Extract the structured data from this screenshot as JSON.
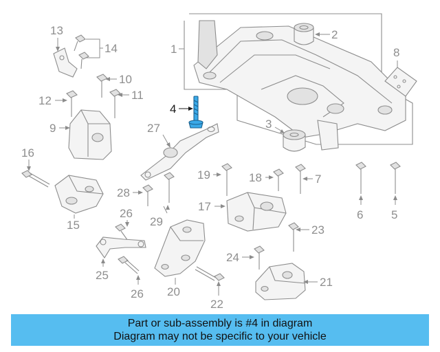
{
  "callouts": {
    "n1": "1",
    "n2": "2",
    "n3": "3",
    "n4": "4",
    "n5": "5",
    "n6": "6",
    "n7": "7",
    "n8": "8",
    "n9": "9",
    "n10": "10",
    "n11": "11",
    "n12": "12",
    "n13": "13",
    "n14": "14",
    "n15": "15",
    "n16": "16",
    "n17": "17",
    "n18": "18",
    "n19": "19",
    "n20": "20",
    "n21": "21",
    "n22": "22",
    "n23": "23",
    "n24": "24",
    "n25": "25",
    "n26a": "26",
    "n26b": "26",
    "n27": "27",
    "n28": "28",
    "n29": "29"
  },
  "highlight_color": "#3aa9e8",
  "banner": {
    "line1": "Part or sub-assembly is #4 in diagram",
    "line2": "Diagram may not be specific to your vehicle",
    "color": "#56bdf0"
  }
}
